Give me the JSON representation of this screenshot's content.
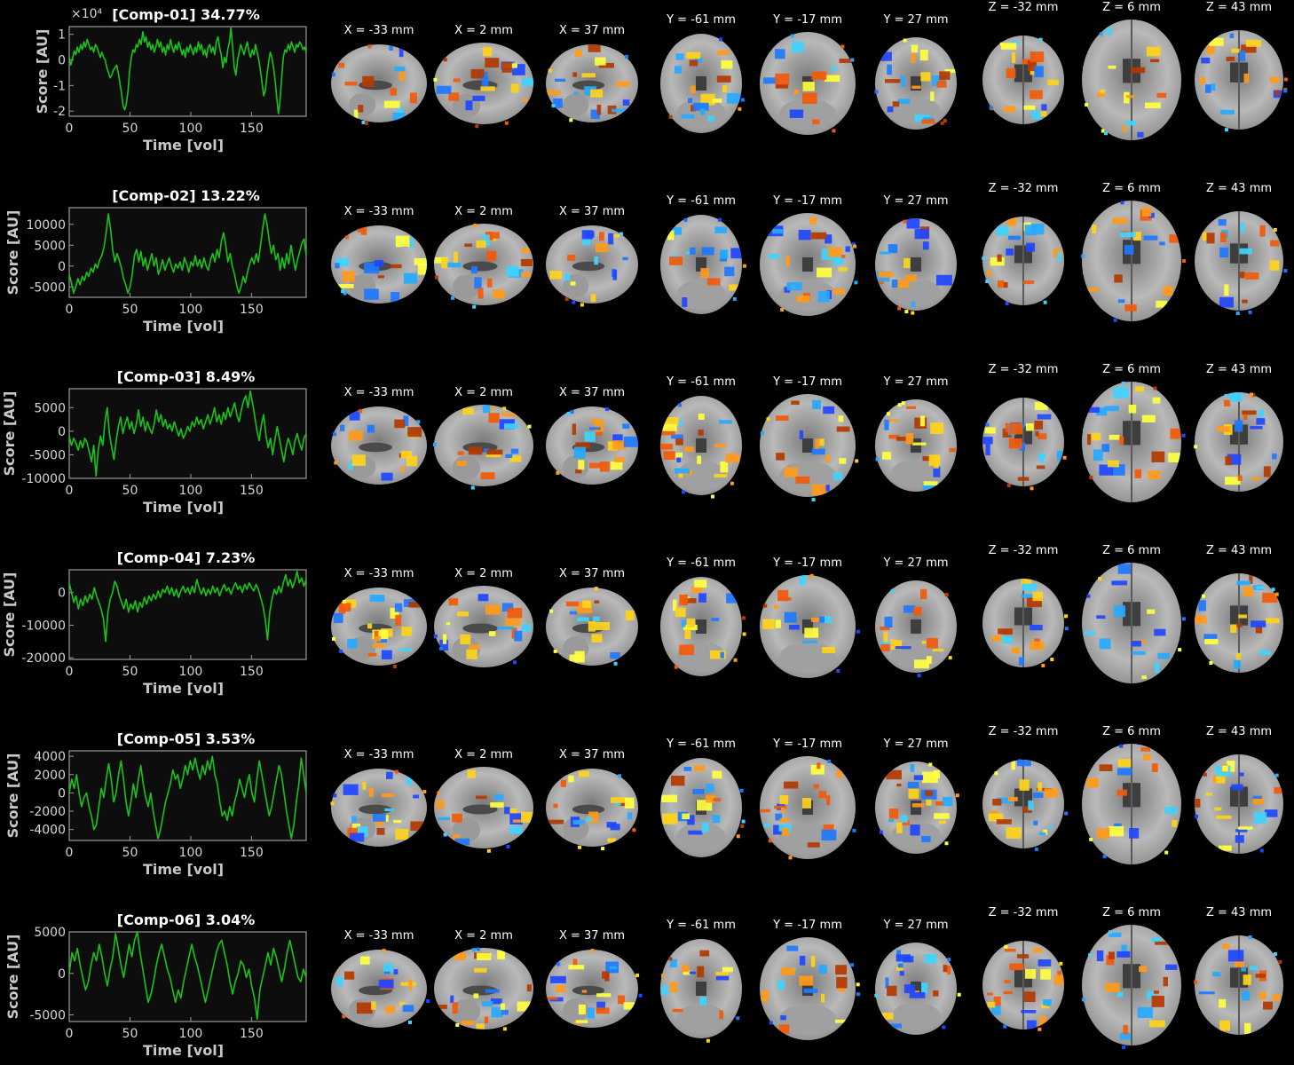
{
  "colors": {
    "background": "#000000",
    "panel": "#0d0d0d",
    "axis": "#9a9a9a",
    "trace": "#19c419",
    "positive": [
      "#b33a00",
      "#f25a0a",
      "#ff9a1a",
      "#ffd21a",
      "#ffff40"
    ],
    "negative": [
      "#1e46ff",
      "#1e78ff",
      "#26aaff",
      "#40d2ff"
    ]
  },
  "common": {
    "ylabel": "Score [AU]",
    "xlabel": "Time [vol]",
    "slice_labels": [
      "X = -33 mm",
      "X = 2 mm",
      "X = 37 mm",
      "Y = -61 mm",
      "Y = -17 mm",
      "Y = 27 mm",
      "Z = -32 mm",
      "Z = 6 mm",
      "Z = 43 mm"
    ],
    "exponent_label": "×10⁴"
  },
  "chart_data": [
    {
      "type": "line",
      "title": "[Comp-01] 34.77%",
      "xlabel": "Time [vol]",
      "ylabel": "Score [AU]",
      "xlim": [
        0,
        195
      ],
      "ylim": [
        -2.2,
        1.3
      ],
      "x_ticks": [
        0,
        50,
        100,
        150
      ],
      "y_ticks": [
        1,
        0,
        -1,
        -2
      ],
      "y_tick_labels": [
        "1",
        "0",
        "-1",
        "-2"
      ],
      "y_scale_label": "×10⁴",
      "series": [
        {
          "values": [
            0.1,
            -0.2,
            0.05,
            0.35,
            0.2,
            0.5,
            0.3,
            0.6,
            0.4,
            0.7,
            0.5,
            0.8,
            0.6,
            0.4,
            0.5,
            0.3,
            0.6,
            0.5,
            0.3,
            0.1,
            0.3,
            0.1,
            0.0,
            -0.3,
            -0.5,
            -0.7,
            -0.6,
            -0.4,
            -0.3,
            -0.2,
            -0.5,
            -0.9,
            -1.3,
            -1.8,
            -1.95,
            -1.7,
            -1.2,
            -0.4,
            0.1,
            0.4,
            0.3,
            0.6,
            0.5,
            0.8,
            0.6,
            1.1,
            0.7,
            0.9,
            0.5,
            0.7,
            0.4,
            0.6,
            0.3,
            0.5,
            0.8,
            0.5,
            0.7,
            0.3,
            0.5,
            0.2,
            0.6,
            0.4,
            0.8,
            0.5,
            0.3,
            0.6,
            0.4,
            0.7,
            0.5,
            0.2,
            0.4,
            0.1,
            0.5,
            0.3,
            0.6,
            0.4,
            0.2,
            0.5,
            0.3,
            0.7,
            0.4,
            0.6,
            0.2,
            0.4,
            0.1,
            0.5,
            0.6,
            0.3,
            0.5,
            0.2,
            0.7,
            0.9,
            0.5,
            0.2,
            -0.3,
            0.1,
            -0.1,
            0.4,
            0.7,
            1.25,
            0.5,
            -0.3,
            -0.6,
            0.0,
            0.3,
            0.6,
            0.4,
            0.2,
            0.5,
            0.7,
            0.3,
            0.1,
            0.4,
            0.2,
            0.6,
            0.3,
            0.0,
            -0.4,
            -0.9,
            -1.4,
            -1.2,
            -0.6,
            -0.1,
            0.3,
            0.1,
            -0.3,
            -0.8,
            -1.5,
            -2.1,
            -1.6,
            -0.7,
            0.1,
            0.4,
            0.3,
            0.6,
            0.4,
            0.7,
            0.5,
            0.3,
            0.6,
            0.5,
            0.7,
            0.6,
            0.4,
            0.5,
            0.3
          ]
        }
      ]
    },
    {
      "type": "line",
      "title": "[Comp-02] 13.22%",
      "xlabel": "Time [vol]",
      "ylabel": "Score [AU]",
      "xlim": [
        0,
        195
      ],
      "ylim": [
        -7500,
        14000
      ],
      "x_ticks": [
        0,
        50,
        100,
        150
      ],
      "y_ticks": [
        10000,
        5000,
        0,
        -5000
      ],
      "y_tick_labels": [
        "10000",
        "5000",
        "0",
        "-5000"
      ],
      "series": [
        {
          "values": [
            -2000,
            -4000,
            -6500,
            -5000,
            -3000,
            -4500,
            -2500,
            -3500,
            -1500,
            -2500,
            -500,
            -1500,
            500,
            -500,
            1500,
            2500,
            4500,
            8000,
            12500,
            9000,
            4000,
            1000,
            3000,
            1500,
            -500,
            -3000,
            -4500,
            -6500,
            -5000,
            -2000,
            2500,
            4000,
            1000,
            3500,
            0,
            2000,
            -1000,
            1000,
            3000,
            0,
            2000,
            -2000,
            -500,
            1500,
            -1000,
            500,
            2000,
            0,
            -1500,
            500,
            -500,
            1000,
            -1000,
            2000,
            500,
            -1500,
            1000,
            0,
            2500,
            0,
            1500,
            -500,
            2000,
            0,
            -1000,
            1500,
            3000,
            1000,
            4000,
            2000,
            6000,
            8000,
            5000,
            1000,
            3000,
            0,
            -2000,
            -4500,
            -6500,
            -5000,
            -2500,
            -4000,
            -1500,
            500,
            2000,
            500,
            3000,
            1000,
            5000,
            9000,
            12500,
            10000,
            6000,
            3000,
            5000,
            1500,
            3000,
            -1000,
            2000,
            -500,
            3000,
            500,
            5000,
            2000,
            -1000,
            1500,
            3500,
            5500,
            6500,
            2500
          ]
        }
      ]
    },
    {
      "type": "line",
      "title": "[Comp-03] 8.49%",
      "xlabel": "Time [vol]",
      "ylabel": "Score [AU]",
      "xlim": [
        0,
        195
      ],
      "ylim": [
        -10000,
        9000
      ],
      "x_ticks": [
        0,
        50,
        100,
        150
      ],
      "y_ticks": [
        5000,
        0,
        -5000,
        -10000
      ],
      "y_tick_labels": [
        "5000",
        "0",
        "-5000",
        "-10000"
      ],
      "series": [
        {
          "values": [
            -1000,
            -3000,
            -1500,
            -2500,
            -4000,
            -2000,
            -3500,
            -1500,
            -2500,
            -4500,
            -6500,
            -3000,
            -9500,
            -4000,
            -1000,
            -3000,
            2000,
            5000,
            -500,
            -3500,
            -6000,
            -2000,
            1000,
            3000,
            -500,
            1500,
            3000,
            500,
            2000,
            -500,
            1500,
            4500,
            1000,
            3000,
            0,
            2000,
            500,
            -500,
            1500,
            4500,
            2000,
            3500,
            1000,
            2500,
            500,
            1500,
            0,
            2000,
            500,
            -1000,
            500,
            -1500,
            -500,
            1000,
            0,
            2000,
            1000,
            3000,
            1500,
            2500,
            500,
            2000,
            3500,
            1500,
            3000,
            5000,
            2000,
            3500,
            1500,
            4000,
            2500,
            5000,
            3000,
            4500,
            6000,
            3500,
            2000,
            4500,
            6500,
            7500,
            5000,
            8500,
            6000,
            3000,
            0,
            -2000,
            1500,
            3500,
            -1000,
            -3500,
            -1500,
            -5000,
            -2000,
            1000,
            -1500,
            -4000,
            -6500,
            -3500,
            -1500,
            -3000,
            -5000,
            -2000,
            -500,
            -2500,
            -4000,
            -1500,
            -500
          ]
        }
      ]
    },
    {
      "type": "line",
      "title": "[Comp-04] 7.23%",
      "xlabel": "Time [vol]",
      "ylabel": "Score [AU]",
      "xlim": [
        0,
        195
      ],
      "ylim": [
        -20500,
        7000
      ],
      "x_ticks": [
        0,
        50,
        100,
        150
      ],
      "y_ticks": [
        0,
        -10000,
        -20000
      ],
      "y_tick_labels": [
        "0",
        "-10000",
        "-20000"
      ],
      "series": [
        {
          "values": [
            3000,
            0,
            -3000,
            -1000,
            -5000,
            -2000,
            -4000,
            -1000,
            -3000,
            -500,
            -2000,
            1500,
            -1000,
            -3000,
            -5000,
            -8000,
            -15000,
            -6000,
            -2000,
            0,
            3500,
            2000,
            -1000,
            -3000,
            -5000,
            -2000,
            -6000,
            -3500,
            -5000,
            -2500,
            -6000,
            -3000,
            -4500,
            -1500,
            -3500,
            -1000,
            -2500,
            -500,
            -2000,
            500,
            -1500,
            1000,
            0,
            2000,
            -500,
            1500,
            -1000,
            1000,
            -1500,
            500,
            2000,
            0,
            1500,
            -500,
            2000,
            0,
            4000,
            1500,
            -500,
            1500,
            -1000,
            1000,
            -500,
            2000,
            0,
            1500,
            -1000,
            1000,
            2500,
            500,
            1500,
            -500,
            1500,
            3000,
            1000,
            2000,
            0,
            2500,
            1000,
            3000,
            1500,
            500,
            2500,
            1000,
            -1500,
            -4000,
            -8000,
            -14500,
            -6000,
            -2000,
            1000,
            -500,
            2000,
            0,
            3000,
            5500,
            2000,
            4000,
            1500,
            3500,
            6500,
            3000,
            4500,
            2000,
            4000
          ]
        }
      ]
    },
    {
      "type": "line",
      "title": "[Comp-05] 3.53%",
      "xlabel": "Time [vol]",
      "ylabel": "Score [AU]",
      "xlim": [
        0,
        195
      ],
      "ylim": [
        -5200,
        4600
      ],
      "x_ticks": [
        0,
        50,
        100,
        150
      ],
      "y_ticks": [
        4000,
        2000,
        0,
        -2000,
        -4000
      ],
      "y_tick_labels": [
        "4000",
        "2000",
        "0",
        "-2000",
        "-4000"
      ],
      "series": [
        {
          "values": [
            0,
            1500,
            500,
            2000,
            0,
            -1500,
            -500,
            0,
            -1500,
            -2500,
            -4000,
            -3500,
            -1500,
            500,
            -500,
            1500,
            3200,
            1500,
            -1000,
            0,
            2000,
            3500,
            1500,
            -1000,
            -2500,
            -1000,
            1000,
            -500,
            1500,
            3000,
            1000,
            -500,
            -1500,
            0,
            -2000,
            -3500,
            -5000,
            -4000,
            -2500,
            -1000,
            0,
            1000,
            2500,
            1500,
            2000,
            500,
            1500,
            3000,
            2000,
            3500,
            2500,
            3800,
            2500,
            1500,
            3000,
            2000,
            3500,
            2500,
            4000,
            2000,
            1000,
            -1000,
            -2500,
            -2000,
            -3000,
            -1500,
            -2500,
            -1000,
            0,
            1500,
            500,
            -500,
            1000,
            2000,
            0,
            -1000,
            1500,
            3500,
            2000,
            500,
            -1000,
            -2500,
            -1500,
            0,
            1500,
            3000,
            2000,
            0,
            -2000,
            -3500,
            -5000,
            -3500,
            -1000,
            1000,
            3800,
            2000,
            0
          ]
        }
      ]
    },
    {
      "type": "line",
      "title": "[Comp-06] 3.04%",
      "xlabel": "Time [vol]",
      "ylabel": "Score [AU]",
      "xlim": [
        0,
        195
      ],
      "ylim": [
        -5800,
        5000
      ],
      "x_ticks": [
        0,
        50,
        100,
        150
      ],
      "y_ticks": [
        5000,
        0,
        -5000
      ],
      "y_tick_labels": [
        "5000",
        "0",
        "-5000"
      ],
      "series": [
        {
          "values": [
            0,
            2500,
            1500,
            3000,
            1000,
            -500,
            -2000,
            -1000,
            1000,
            2500,
            1500,
            3500,
            2000,
            0,
            -1500,
            500,
            2000,
            4800,
            3000,
            1000,
            -500,
            1500,
            3500,
            2000,
            4000,
            5000,
            2500,
            500,
            -1500,
            -3500,
            -2500,
            -1000,
            1000,
            2500,
            3500,
            2000,
            500,
            -500,
            -2000,
            -3500,
            -2000,
            -3000,
            -1000,
            500,
            2000,
            3500,
            2000,
            1000,
            -500,
            -2000,
            -3500,
            -2000,
            -500,
            1000,
            2500,
            3500,
            4000,
            2500,
            1000,
            -1000,
            -2500,
            -1000,
            0,
            1500,
            1000,
            -500,
            500,
            -1500,
            -3000,
            -5500,
            -2000,
            -500,
            1000,
            2500,
            1000,
            3000,
            2000,
            500,
            -1000,
            500,
            2500,
            4000,
            2500,
            1000,
            -500,
            -1000,
            500,
            -500
          ]
        }
      ]
    }
  ]
}
